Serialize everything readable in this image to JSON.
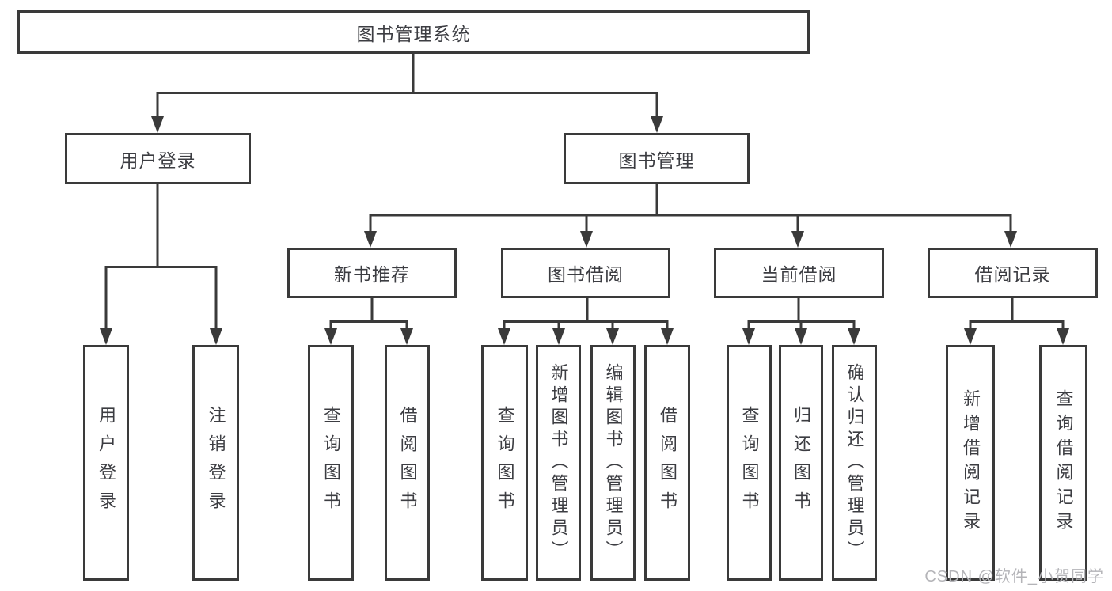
{
  "tree": {
    "label": "图书管理系统",
    "children": [
      {
        "label": "用户登录",
        "children": [
          {
            "label": "用户登录"
          },
          {
            "label": "注销登录"
          }
        ]
      },
      {
        "label": "图书管理",
        "children": [
          {
            "label": "新书推荐",
            "children": [
              {
                "label": "查询图书"
              },
              {
                "label": "借阅图书"
              }
            ]
          },
          {
            "label": "图书借阅",
            "children": [
              {
                "label": "查询图书"
              },
              {
                "label": "新增图书（管理员）"
              },
              {
                "label": "编辑图书（管理员）"
              },
              {
                "label": "借阅图书"
              }
            ]
          },
          {
            "label": "当前借阅",
            "children": [
              {
                "label": "查询图书"
              },
              {
                "label": "归还图书"
              },
              {
                "label": "确认归还（管理员）"
              }
            ]
          },
          {
            "label": "借阅记录",
            "children": [
              {
                "label": "新增借阅记录"
              },
              {
                "label": "查询借阅记录"
              }
            ]
          }
        ]
      }
    ]
  },
  "watermark": {
    "text": "CSDN @软件_小贺同学"
  },
  "colors": {
    "line": "#3a3a3a",
    "text": "#3c3d42",
    "watermark": "#b4b4b8",
    "background": "#ffffff"
  }
}
